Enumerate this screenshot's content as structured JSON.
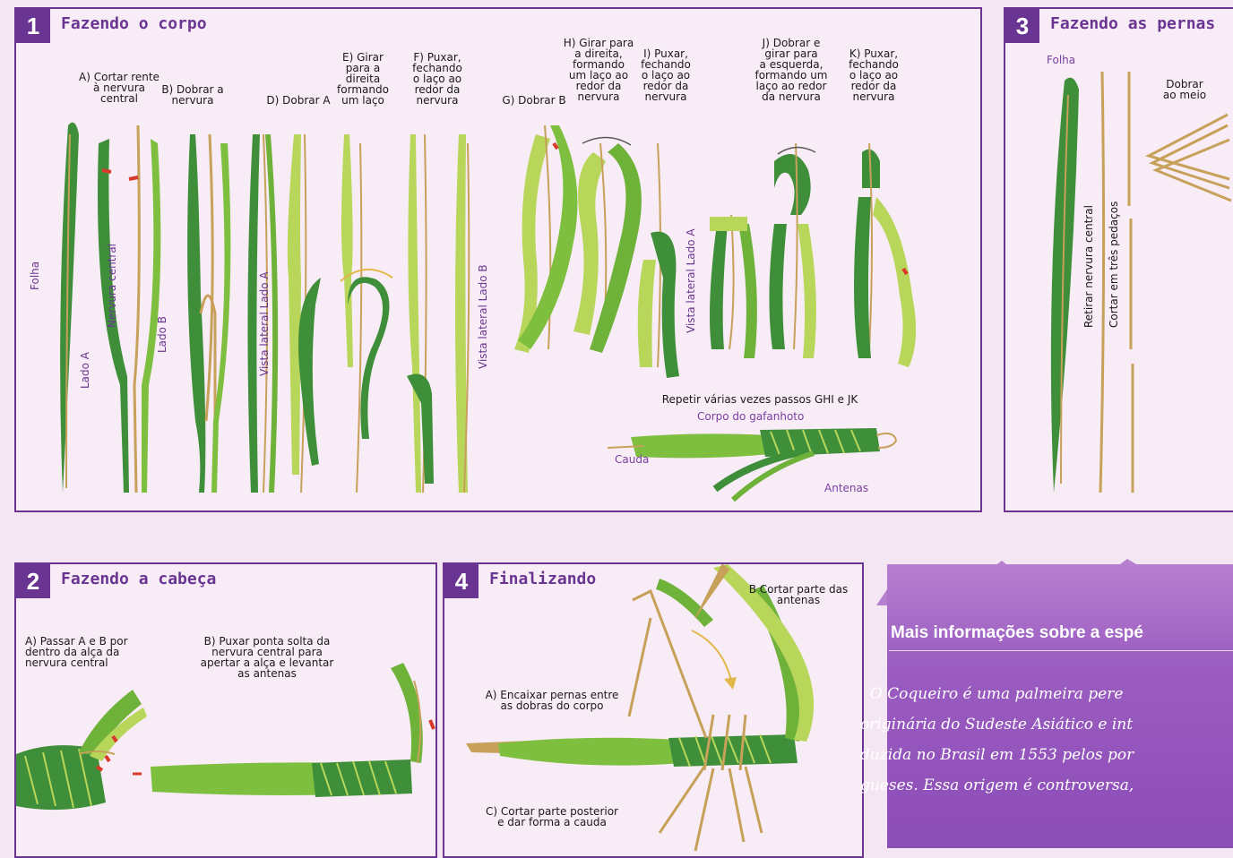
{
  "panel1": {
    "number": "1",
    "title": "Fazendo o corpo",
    "steps": {
      "a": "A) Cortar rente\nà nervura\ncentral",
      "b": "B) Dobrar a\nnervura",
      "d": "D) Dobrar A",
      "e": "E) Girar\npara a\ndireita\nformando\num laço",
      "f": "F) Puxar,\nfechando\no laço ao\nredor da\nnervura",
      "g": "G) Dobrar B",
      "h": "H) Girar para\na direita,\nformando\num laço ao\nredor da\nnervura",
      "i": "I) Puxar,\nfechando\no laço ao\nredor da\nnervura",
      "j": "J) Dobrar e\ngirar para\na esquerda,\nformando um\nlaço ao redor\nda nervura",
      "k": "K) Puxar,\nfechando\no laço ao\nredor da\nnervura"
    },
    "vertical_labels": {
      "folha": "Folha",
      "lado_a": "Lado A",
      "nervura_central": "Nervura central",
      "lado_b": "Lado B",
      "vista_a": "Vista lateral Lado A",
      "vista_b": "Vista lateral Lado B",
      "vista_a2": "Vista lateral Lado A"
    },
    "repeat_note": "Repetir várias vezes passos GHI e JK",
    "parts": {
      "corpo": "Corpo do gafanhoto",
      "cauda": "Cauda",
      "antenas": "Antenas"
    }
  },
  "panel3": {
    "number": "3",
    "title": "Fazendo as pernas",
    "folha": "Folha",
    "retirar": "Retirar nervura central",
    "cortar": "Cortar em três pedaços",
    "dobrar": "Dobrar\nao meio"
  },
  "panel2": {
    "number": "2",
    "title": "Fazendo a cabeça",
    "step_a": "A) Passar A e B por\ndentro da alça da\nnervura central",
    "step_b": "B) Puxar ponta solta da\nnervura central para\napertar a alça e levantar\nas antenas"
  },
  "panel4": {
    "number": "4",
    "title": "Finalizando",
    "step_a": "A) Encaixar pernas entre\nas dobras do corpo",
    "step_b": "B Cortar parte das\nantenas",
    "step_c": "C) Cortar parte posterior\ne dar forma a cauda"
  },
  "info": {
    "title": "Mais informações sobre a espé",
    "lines": [
      "  O Coqueiro é uma palmeira pere",
      "originária do Sudeste Asiático e int",
      "duzida no Brasil em 1553 pelos por",
      "gueses. Essa origem é controversa,"
    ]
  },
  "colors": {
    "accent": "#6a3592",
    "leaf_dark": "#3f8f3a",
    "leaf_light": "#b8d65a",
    "rib": "#c7a15a",
    "arrow": "#d83a2a"
  }
}
